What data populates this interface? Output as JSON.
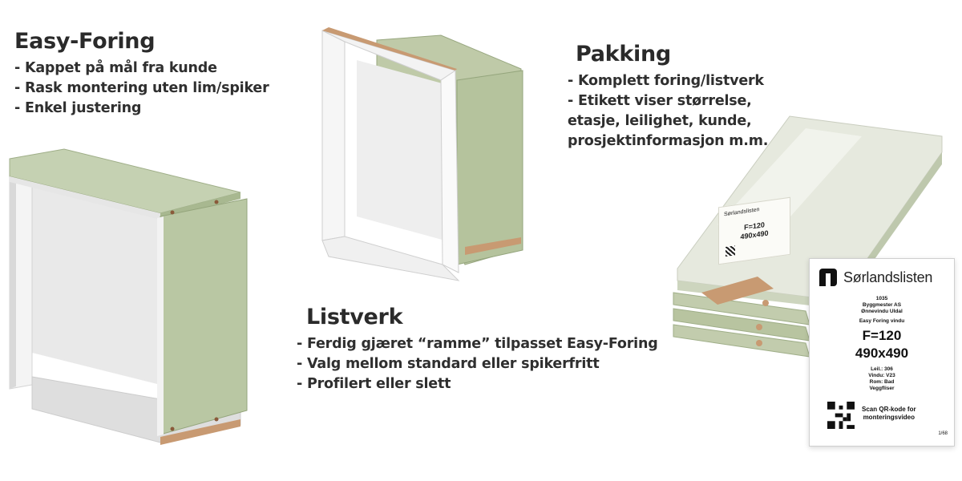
{
  "easy_foring": {
    "title": "Easy-Foring",
    "bullets": [
      "- Kappet på mål fra kunde",
      "- Rask montering uten lim/spiker",
      "- Enkel justering"
    ]
  },
  "pakking": {
    "title": "Pakking",
    "bullets": [
      "- Komplett foring/listverk",
      "- Etikett viser størrelse,",
      "etasje, leilighet, kunde,",
      "prosjektinformasjon m.m."
    ]
  },
  "listverk": {
    "title": "Listverk",
    "bullets": [
      "- Ferdig gjæret “ramme” tilpasset Easy-Foring",
      "- Valg mellom standard eller spikerfritt",
      "- Profilert eller slett"
    ]
  },
  "label": {
    "brand": "Sørlandslisten",
    "order_no": "1035",
    "customer": "Byggmester AS",
    "product_line": "Ønnevindu Uldal",
    "product_type": "Easy Foring vindu",
    "f_value": "F=120",
    "size": "490x490",
    "leil": "Leil.: 306",
    "vindu": "Vindu: V23",
    "rom": "Rom: Bad",
    "surface": "Veggfliser",
    "scan_text_1": "Scan QR-kode for",
    "scan_text_2": "monteringsvideo",
    "page": "1/68"
  },
  "small_label": {
    "brand": "Sørlandslisten",
    "f_value": "F=120",
    "size": "490x490"
  },
  "colors": {
    "board_top": "#c5d1b2",
    "board_side": "#a8b890",
    "panel_white": "#f1f1f1",
    "wood_edge": "#c89a72"
  }
}
